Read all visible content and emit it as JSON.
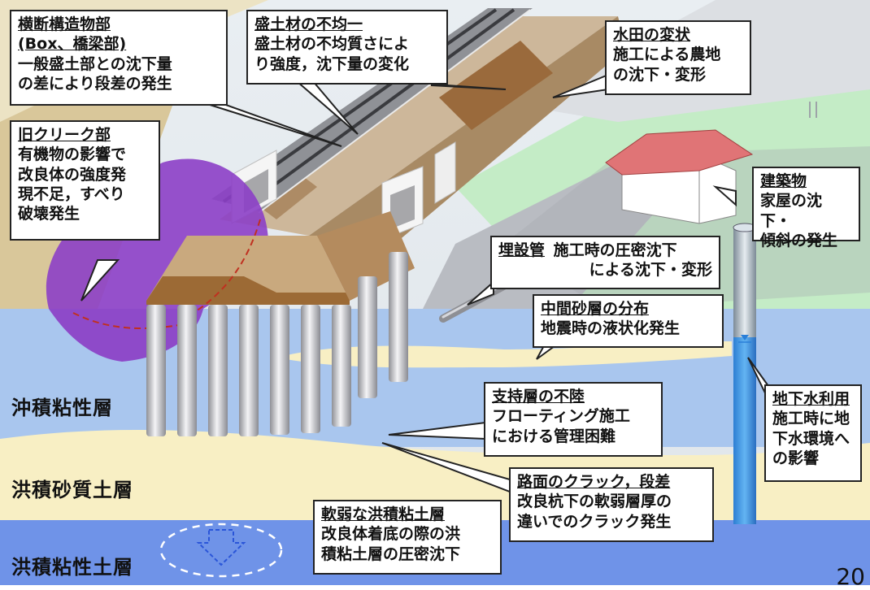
{
  "callouts": {
    "box_bridge": {
      "title": "横断構造物部",
      "subtitle": "(Box、橋梁部)",
      "body": "一般盛土部との沈下量\nの差により段差の発生"
    },
    "fill_material": {
      "title": "盛土材の不均一",
      "body": "盛土材の不均質さによ\nり強度，沈下量の変化"
    },
    "paddy": {
      "title": "水田の変状",
      "body": "施工による農地\nの沈下・変形"
    },
    "creek": {
      "title": "旧クリーク部",
      "body": "有機物の影響で\n改良体の強度発\n現不足，すべり\n破壊発生"
    },
    "building": {
      "title": "建築物",
      "body": "家屋の沈下・\n傾斜の発生"
    },
    "pipe": {
      "title": "埋設管",
      "body_line1": "施工時の圧密沈下",
      "body_line2": "による沈下・変形"
    },
    "sand_layer": {
      "title": "中間砂層の分布",
      "body": "地震時の液状化発生"
    },
    "bearing": {
      "title": "支持層の不陸",
      "body": "フローティング施工\nにおける管理困難"
    },
    "groundwater": {
      "title": "地下水利用",
      "body": "施工時に地\n下水環境へ\nの影響"
    },
    "crack": {
      "title": "路面のクラック，段差",
      "body": "改良杭下の軟弱層厚の\n違いでのクラック発生"
    },
    "soft_clay": {
      "title": "軟弱な洪積粘土層",
      "body": "改良体着底の際の洪\n積粘土層の圧密沈下"
    }
  },
  "layers": {
    "alluvial_clay": "沖積粘性層",
    "diluvial_sand": "洪積砂質土層",
    "diluvial_clay": "洪積粘性土層"
  },
  "page_number": "20",
  "colors": {
    "clay_blue": "#a9c6ee",
    "sand": "#f8efc4",
    "deep_clay": "#6f93e8",
    "fill_brown": "#b58a5f",
    "fill_dark": "#8b5a2b",
    "purple": "#8c3fc6",
    "grass": "#c4ecc6"
  }
}
